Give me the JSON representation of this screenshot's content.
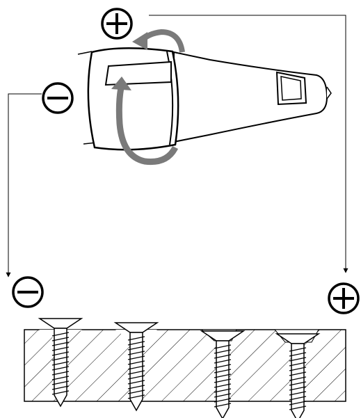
{
  "diagram": {
    "symbols": {
      "plus": "+",
      "minus": "−"
    },
    "colors": {
      "line": "#000000",
      "arrow": "#7a7a7a",
      "background": "#ffffff"
    },
    "icons": [
      "depth-adjuster-collar-icon",
      "rotation-arrow-icon",
      "countersunk-screw-icon",
      "hatched-workpiece-icon"
    ],
    "screw_depth_order": [
      "shallow",
      "medium",
      "deeper",
      "deepest"
    ]
  }
}
